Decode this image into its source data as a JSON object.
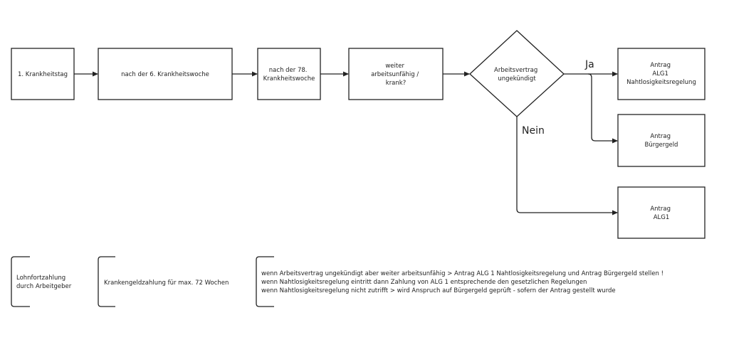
{
  "nodes": {
    "n1": {
      "lines": [
        "1. Krankheitstag"
      ]
    },
    "n2": {
      "lines": [
        "nach der 6. Krankheitswoche"
      ]
    },
    "n3": {
      "lines": [
        "nach der 78.",
        "Krankheitswoche"
      ]
    },
    "n4": {
      "lines": [
        "weiter",
        "arbeitsunfähig /",
        "krank?"
      ]
    },
    "decision": {
      "lines": [
        "Arbeitsvertrag",
        "ungekündigt"
      ]
    },
    "r1": {
      "lines": [
        "Antrag",
        "ALG1",
        "Nahtlosigkeitsregelung"
      ]
    },
    "r2": {
      "lines": [
        "Antrag",
        "Bürgergeld"
      ]
    },
    "r3": {
      "lines": [
        "Antrag",
        "ALG1"
      ]
    }
  },
  "edge_labels": {
    "yes": "Ja",
    "no": "Nein"
  },
  "notes": {
    "note1": {
      "lines": [
        "Lohnfortzahlung",
        "durch Arbeitgeber"
      ]
    },
    "note2": {
      "lines": [
        "Krankengeldzahlung für max. 72 Wochen"
      ]
    },
    "note3": {
      "lines": [
        "wenn Arbeitsvertrag ungekündigt aber weiter arbeitsunfähig > Antrag ALG 1 Nahtlosigkeitsregelung und Antrag Bürgergeld stellen !",
        "wenn Nahtlosigkeitsregelung eintritt dann Zahlung von ALG 1 entsprechende den gesetzlichen Regelungen",
        "wenn Nahtlosigkeitsregelung nicht zutrifft > wird Anspruch auf Bürgergeld geprüft - sofern der Antrag gestellt wurde"
      ]
    }
  },
  "colors": {
    "stroke": "#222222",
    "fill": "#ffffff",
    "text": "#222222"
  }
}
